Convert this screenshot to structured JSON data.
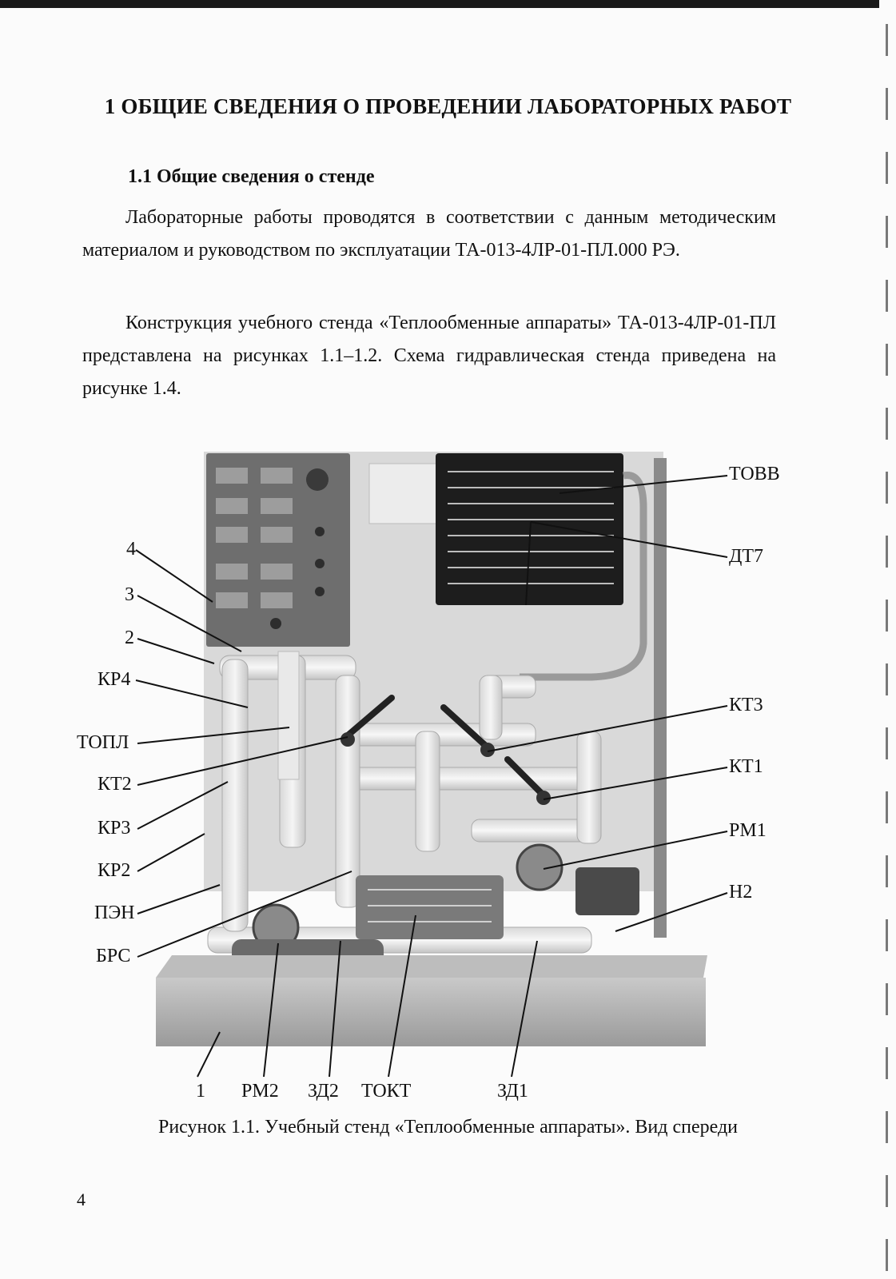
{
  "heading": "1 ОБЩИЕ СВЕДЕНИЯ О ПРОВЕДЕНИИ ЛАБОРАТОРНЫХ РАБОТ",
  "subheading": "1.1 Общие сведения о стенде",
  "paragraphs": [
    "Лабораторные работы проводятся в соответствии с данным методическим материалом и руководством по эксплуатации ТА-013-4ЛР-01-ПЛ.000 РЭ.",
    "Конструкция учебного стенда «Теплообменные аппараты» ТА-013-4ЛР-01-ПЛ представлена на рисунках 1.1–1.2. Схема гидравлическая стенда приведена на рисунке 1.4."
  ],
  "figure": {
    "labels": {
      "l4": "4",
      "l3": "3",
      "l2": "2",
      "kr4": "КР4",
      "topl": "ТОПЛ",
      "kt2": "КТ2",
      "kr3": "КР3",
      "kr2": "КР2",
      "pen": "ПЭН",
      "brs": "БРС",
      "tovv": "ТОВВ",
      "dt7": "ДТ7",
      "kt3": "КТ3",
      "kt1": "КТ1",
      "rm1": "РМ1",
      "n2": "Н2",
      "b1": "1",
      "rm2": "РМ2",
      "zd2": "ЗД2",
      "tokt": "ТОКТ",
      "zd1": "ЗД1"
    },
    "caption": "Рисунок 1.1. Учебный стенд «Теплообменные аппараты». Вид спереди"
  },
  "page_number": "4"
}
